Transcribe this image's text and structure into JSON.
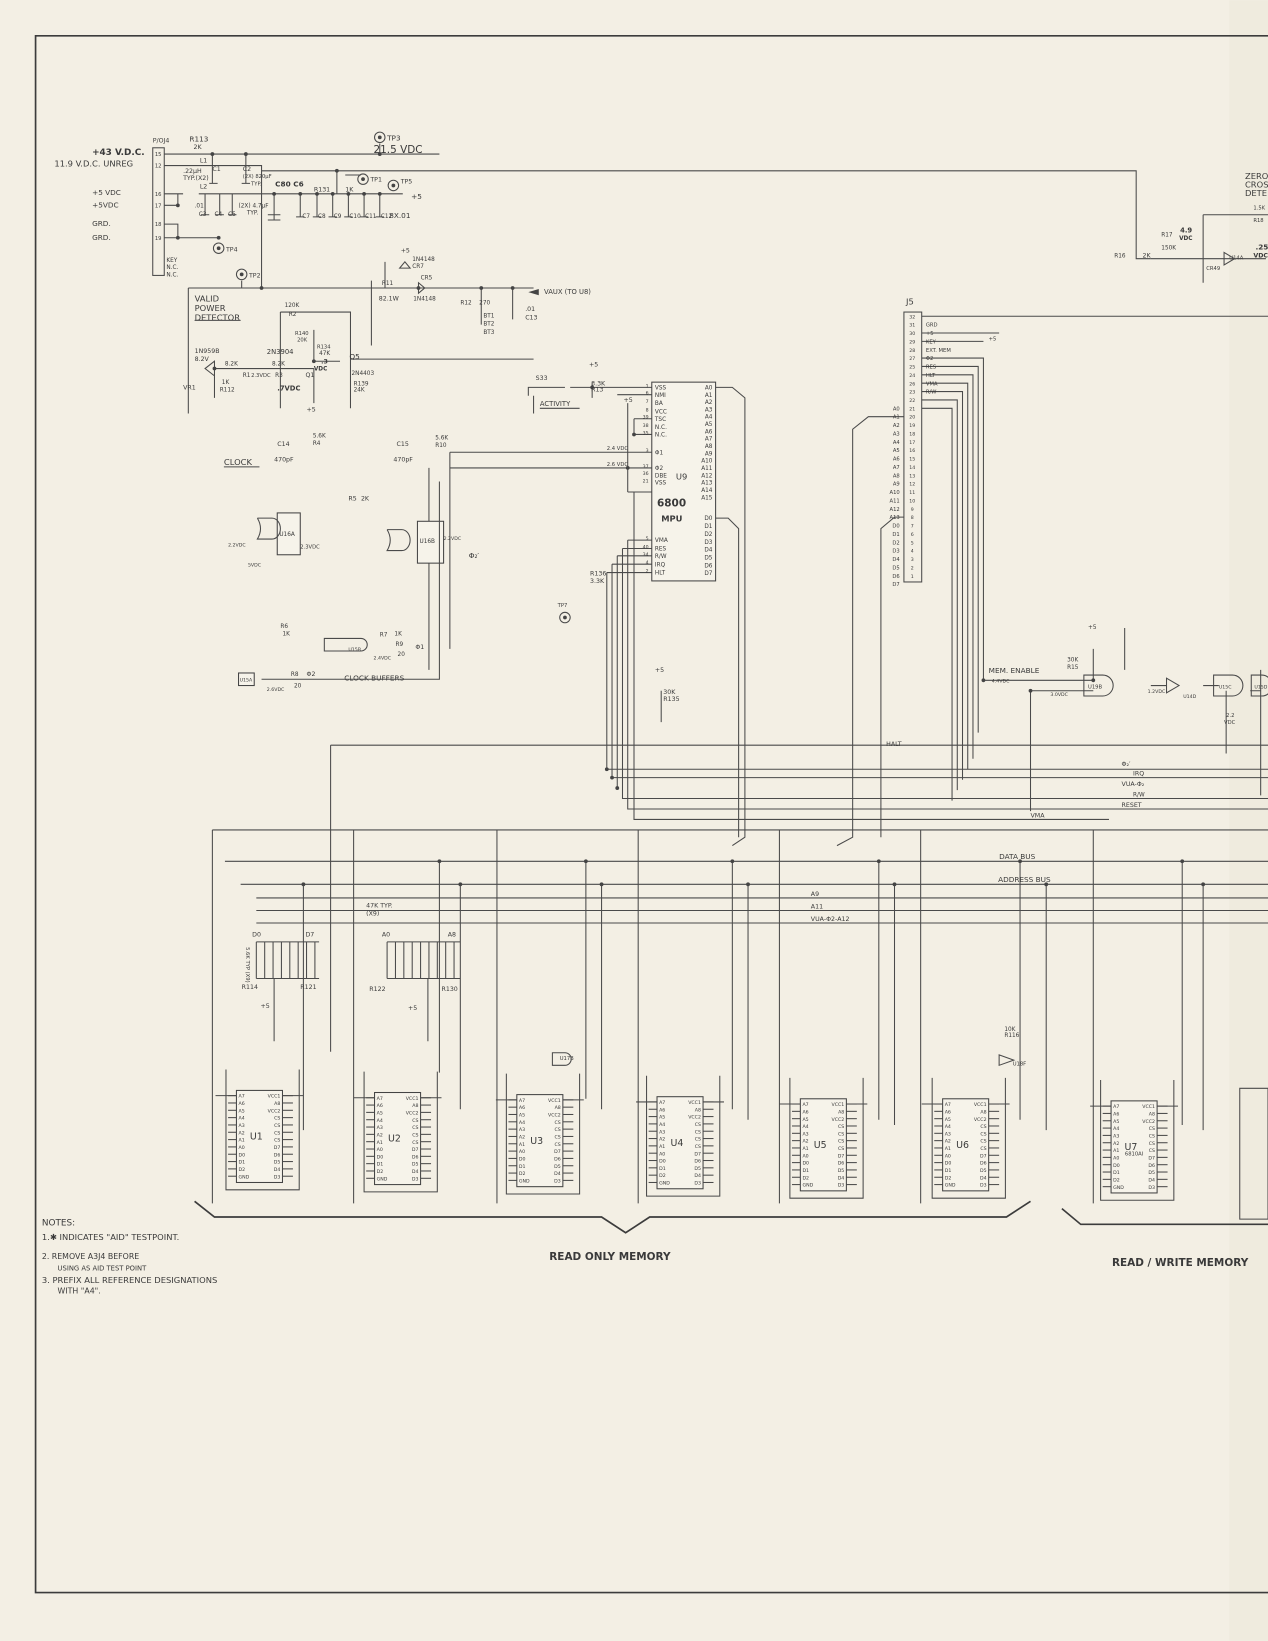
{
  "power": {
    "connector": "P/OJ4",
    "r113": "R113",
    "r113_val": "2K",
    "v43": "+43 V.D.C.",
    "v11": "11.9 V.D.C. UNREG",
    "v5a": "+5 VDC",
    "v5b": "+5VDC",
    "grd1": "GRD.",
    "grd2": "GRD.",
    "key": "KEY",
    "nc1": "N.C.",
    "nc2": "N.C.",
    "pins": [
      "15",
      "12",
      "16",
      "17",
      "18",
      "19"
    ],
    "tp3": "TP3",
    "v215": "21.5 VDC",
    "l1": "L1",
    "l1_val": ".22µH",
    "l1_typ": "TYP.(X2)",
    "l2": "L2",
    "c1": "C1",
    "c2": "C2",
    "c2_val": "(2X) 820µF",
    "c2_typ": "TYP.",
    "c80": "C80 C6",
    "c3_val": ".01",
    "c3": "C3",
    "c4": "C4",
    "c5": "C5",
    "c5_val": "(2X) 4.7µF",
    "c5_typ": "TYP.",
    "caps": [
      "C7",
      "C8",
      "C9",
      "C10",
      "C11",
      "C12"
    ],
    "r131": "R131",
    "r131_val": "1K",
    "tp1": "TP1",
    "tp5": "TP5",
    "plus5": "+5",
    "cap8x": "8X.01",
    "tp4": "TP4",
    "tp2": "TP2"
  },
  "detector": {
    "title": [
      "VALID",
      "POWER",
      "DETECTOR"
    ],
    "r2_val": "120K",
    "r2": "R2",
    "r140": "R140",
    "r140_val": "20K",
    "q1_type": "2N3904",
    "r134": "R134",
    "r134_val": "47K",
    "q5": "Q5",
    "q5_type": "2N4403",
    "v3": ".3",
    "v3_unit": "VDC",
    "vr1": "VR1",
    "vr1_type": "1N959B",
    "vr1_v": "8.2V",
    "r1": "R1",
    "r1_val": "8.2K",
    "v23": "2.3VDC",
    "r3": "R3",
    "r3_val": "8.2K",
    "q1": "Q1",
    "v7": ".7VDC",
    "r112": "R112",
    "r112_val": "1K",
    "r139": "R139",
    "r139_val": "24K",
    "cr7": "CR7",
    "cr7_type": "1N4148",
    "cr5": "CR5",
    "cr5_type": "1N4148",
    "plus5": "+5",
    "r11": "R11",
    "r11_val": "82.1W",
    "r12": "R12",
    "r12_val": "270",
    "bt": [
      "BT1",
      "BT2",
      "BT3"
    ],
    "c13_val": ".01",
    "c13": "C13",
    "vaux": "VAUX (TO U8)"
  },
  "zero_cross": {
    "title": [
      "ZERO",
      "CROSS",
      "DETE"
    ],
    "r17": "R17",
    "r17_val": "150K",
    "v49": "4.9",
    "v49_unit": "VDC",
    "r16": "R16",
    "r16_val": "2K",
    "cr49": "CR49",
    "u14a": "U14A",
    "r18": "R18",
    "r18_val": "1.5K",
    "v25": ".25",
    "v25_unit": "VDC"
  },
  "activity": {
    "switch": "S33",
    "label": "ACTIVITY",
    "plus5": "+5",
    "r13_val": "3.3K",
    "r13": "R13"
  },
  "mpu": {
    "ref": "U9",
    "part": "6800",
    "type": "MPU",
    "left_pins": [
      "VSS",
      "NMI",
      "BA",
      "VCC",
      "TSC",
      "N.C.",
      "N.C.",
      "Φ1",
      "Φ2",
      "DBE",
      "VSS",
      "VMA",
      "RES",
      "R/W",
      "IRQ",
      "HLT"
    ],
    "left_nums": [
      "1",
      "6",
      "7",
      "8",
      "39",
      "38",
      "35",
      "3",
      "37",
      "36",
      "21",
      "5",
      "40",
      "34",
      "4",
      "2"
    ],
    "addr": [
      "A0",
      "A1",
      "A2",
      "A3",
      "A4",
      "A5",
      "A6",
      "A7",
      "A8",
      "A9",
      "A10",
      "A11",
      "A12",
      "A13",
      "A14",
      "A15"
    ],
    "data": [
      "D0",
      "D1",
      "D2",
      "D3",
      "D4",
      "D5",
      "D6",
      "D7"
    ],
    "v_phi1": "2.4 VDC",
    "v_phi2": "2.6 VDC",
    "plus5": "+5",
    "r136": "R136",
    "r136_val": "3.3K",
    "tp7": "TP7",
    "r135_val": "30K",
    "r135": "R135",
    "plus5b": "+5"
  },
  "j5": {
    "ref": "J5",
    "pin_nums": [
      "32",
      "31",
      "30",
      "29",
      "28",
      "27",
      "25",
      "24",
      "26",
      "23",
      "22",
      "21",
      "20",
      "19",
      "18",
      "17",
      "16",
      "15",
      "14",
      "13",
      "12",
      "11",
      "10",
      "9",
      "8",
      "7",
      "6",
      "5",
      "4",
      "3",
      "2",
      "1"
    ],
    "ctrl": [
      "GRD",
      "+5",
      "KEY",
      "EXT. MEM",
      "Φ2",
      "RES",
      "HLT",
      "VMA",
      "R/W"
    ],
    "plus5": "+5",
    "bus": [
      "A0",
      "A1",
      "A2",
      "A3",
      "A4",
      "A5",
      "A6",
      "A7",
      "A8",
      "A9",
      "A10",
      "A11",
      "A12",
      "A13",
      "D0",
      "D1",
      "D2",
      "D3",
      "D4",
      "D5",
      "D6",
      "D7"
    ]
  },
  "clock": {
    "title": "CLOCK",
    "c14": "C14",
    "c14_val": "470pF",
    "r4_val": "5.6K",
    "r4": "R4",
    "u16a": "U16A",
    "r5": "R5",
    "r5_val": "2K",
    "c15": "C15",
    "c15_val": "470pF",
    "r10_val": "5.6K",
    "r10": "R10",
    "u16b": "U16B",
    "phi2p": "Φ₂′",
    "v22a": "2.2VDC",
    "v5": "5VDC",
    "v23": "2.3VDC",
    "v22b": "2.2VDC",
    "u15b": "U15B",
    "r7": "R7",
    "r7_val": "1K",
    "r9": "R9",
    "r9_val": "20",
    "phi1": "Φ1",
    "v24": "2.4VDC",
    "u15a": "U15A",
    "r6": "R6",
    "r6_val": "1K",
    "r8": "R8",
    "r8_val": "20",
    "phi2": "Φ2",
    "v26": "2.6VDC",
    "buffers": "CLOCK BUFFERS",
    "plus5": "+5"
  },
  "control": {
    "mem_enable": "MEM. ENABLE",
    "v44": "4.4VDC",
    "r15_val": "30K",
    "r15": "R15",
    "u19b": "U19B",
    "u14d": "U14D",
    "u15c": "U15C",
    "u15d": "U15D",
    "v30": "3.0VDC",
    "v12": "1.2VDC",
    "v22": "2.2",
    "v22_unit": "VDC",
    "plus5": "+5",
    "halt": "HALT",
    "phi2p": "Φ₂′",
    "irq": "IRQ",
    "vua": "VUA-Φ₂",
    "rw": "R/W",
    "reset": "RESET",
    "vma": "VMA",
    "data_bus": "DATA BUS",
    "address_bus": "ADDRESS BUS",
    "a9": "A9",
    "a11": "A11",
    "vua_a12": "VUA-Φ2-A12"
  },
  "pullups": {
    "typ47": "47K TYP.",
    "x9": "(X9)",
    "d0": "D0",
    "d7": "D7",
    "a0": "A0",
    "a8": "A8",
    "r114": "R114",
    "r121": "R121",
    "r122": "R122",
    "r130": "R130",
    "plus5a": "+5",
    "plus5b": "+5",
    "typ56": "5.6K TYP (X9)"
  },
  "memory": {
    "chips": [
      "U1",
      "U2",
      "U3",
      "U4",
      "U5",
      "U6",
      "U7"
    ],
    "u7_part": "6810AI",
    "pins_left": [
      "A7",
      "A6",
      "A5",
      "A4",
      "A3",
      "A2",
      "A1",
      "A0",
      "D0",
      "D1",
      "D2",
      "GND"
    ],
    "pins_right": [
      "VCC1",
      "A8",
      "VCC2",
      "CS",
      "CS",
      "CS",
      "CS",
      "D7",
      "D6",
      "D5",
      "D4",
      "D3"
    ],
    "u17b": "U17B",
    "u18f": "U18F",
    "r116_val": "10K",
    "r116": "R116",
    "rom_label": "READ ONLY MEMORY",
    "ram_label": "READ / WRITE MEMORY"
  },
  "notes": {
    "title": "NOTES:",
    "lines": [
      "1.✱ INDICATES \"AID\" TESTPOINT.",
      "2. REMOVE A3J4 BEFORE",
      "USING AS AID TEST POINT",
      "3. PREFIX ALL REFERENCE DESIGNATIONS",
      "WITH \"A4\"."
    ]
  }
}
